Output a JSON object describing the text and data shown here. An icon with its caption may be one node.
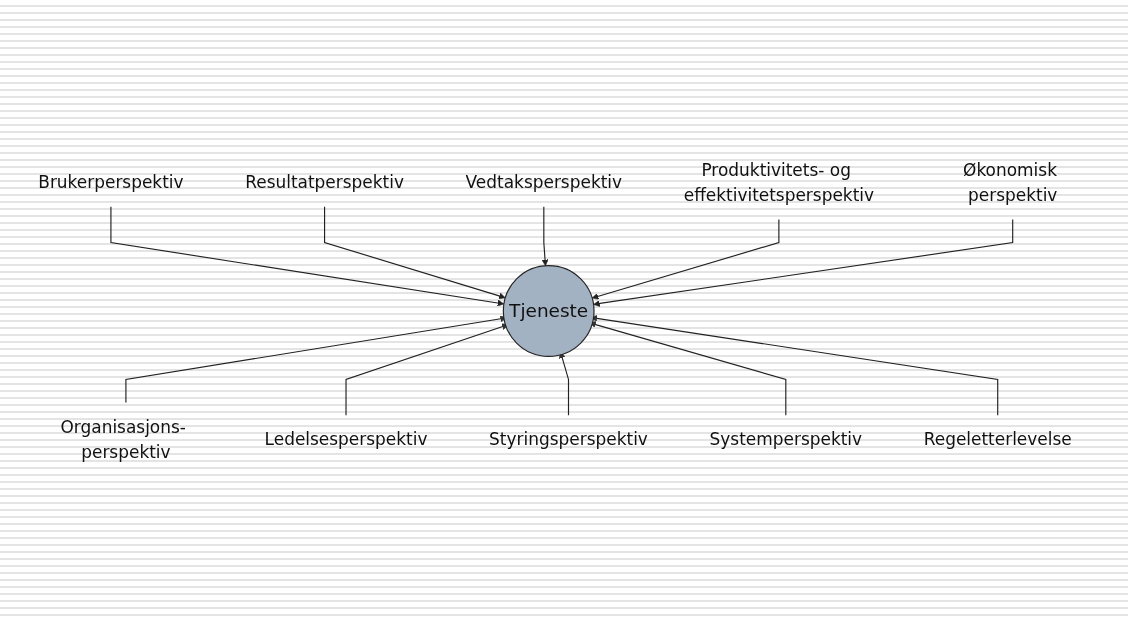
{
  "diagram": {
    "nodes": [
      {
        "text": [
          "Brukerperspektiv"
        ]
      },
      {
        "text": [
          "Resultatperspektiv"
        ]
      },
      {
        "text": [
          "Vedtaksperspektiv"
        ]
      },
      {
        "text": [
          "Produktivitets- og effektivitetsperspektiv"
        ]
      },
      {
        "text": [
          "Økonomisk perspektiv"
        ]
      },
      {
        "text": [
          "Tjeneste"
        ]
      },
      {
        "text": [
          "Organisasjons- perspektiv"
        ]
      },
      {
        "text": [
          "Ledelsesperspektiv"
        ]
      },
      {
        "text": [
          "Styringsperspektiv"
        ]
      },
      {
        "text": [
          "Systemperspektiv"
        ]
      },
      {
        "text": [
          "Regeletterlevelse"
        ]
      }
    ],
    "edges": [
      {
        "from": 0,
        "to": 5,
        "arrow": "to"
      },
      {
        "from": 1,
        "to": 5,
        "arrow": "to"
      },
      {
        "from": 2,
        "to": 5,
        "arrow": "to"
      },
      {
        "from": 3,
        "to": 5,
        "arrow": "to"
      },
      {
        "from": 4,
        "to": 5,
        "arrow": "to"
      },
      {
        "from": 6,
        "to": 5,
        "arrow": "to"
      },
      {
        "from": 7,
        "to": 5,
        "arrow": "to"
      },
      {
        "from": 8,
        "to": 5,
        "arrow": "to"
      },
      {
        "from": 9,
        "to": 5,
        "arrow": "to"
      },
      {
        "from": 10,
        "to": 5,
        "arrow": "to"
      }
    ]
  }
}
